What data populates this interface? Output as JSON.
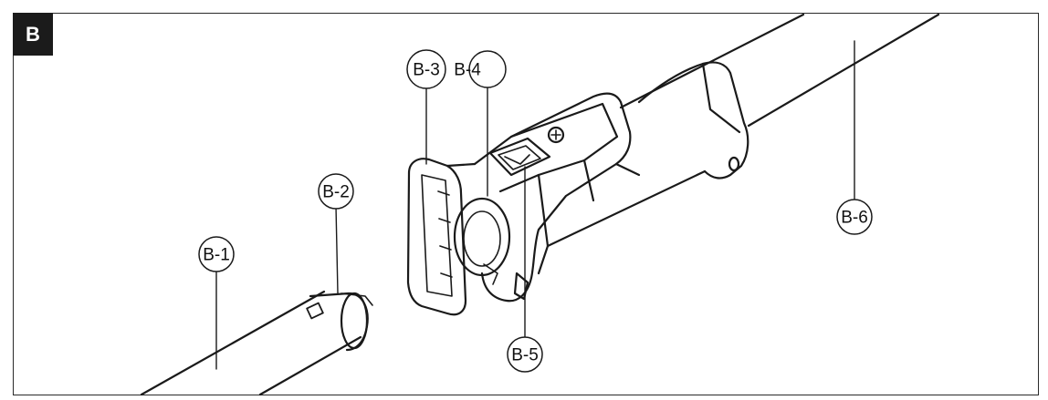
{
  "section_label": "B",
  "callouts": [
    {
      "id": "b1",
      "label": "B-1"
    },
    {
      "id": "b2",
      "label": "B-2"
    },
    {
      "id": "b3",
      "label": "B-3"
    },
    {
      "id": "b4",
      "label": "B-4"
    },
    {
      "id": "b5",
      "label": "B-5"
    },
    {
      "id": "b6",
      "label": "B-6"
    }
  ],
  "colors": {
    "line": "#1a1a1a",
    "badge": "#1b1b1b",
    "background": "#ffffff"
  }
}
